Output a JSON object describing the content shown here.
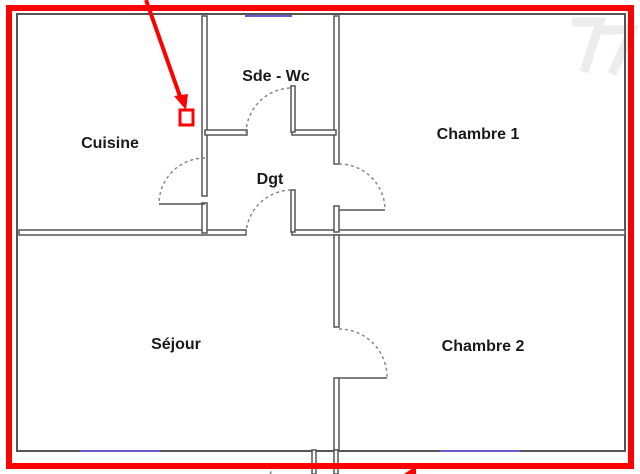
{
  "rooms": {
    "cuisine": "Cuisine",
    "sde_wc": "Sde - Wc",
    "chambre_1": "Chambre 1",
    "dgt": "Dgt",
    "sejour": "Séjour",
    "chambre_2": "Chambre 2"
  },
  "colors": {
    "outline": "#ff0000",
    "wall": "#555555",
    "window": "#6a5acd"
  }
}
